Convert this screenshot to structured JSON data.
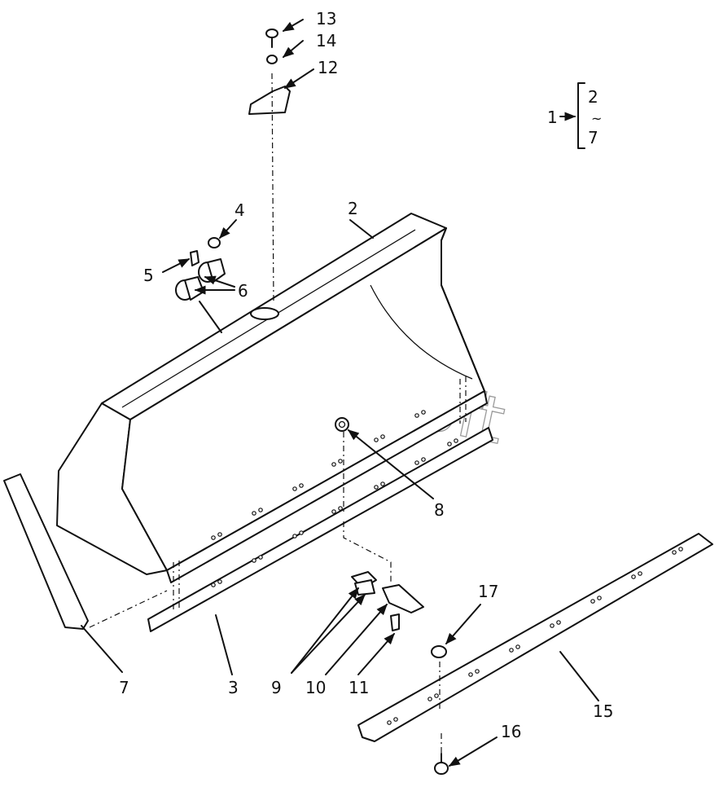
{
  "watermark": "AutoSoft",
  "legend": {
    "parent": "1",
    "from": "2",
    "separator": "~",
    "to": "7"
  },
  "callouts": {
    "c2": "2",
    "c3": "3",
    "c4": "4",
    "c5": "5",
    "c6": "6",
    "c7": "7",
    "c8": "8",
    "c9": "9",
    "c10": "10",
    "c11": "11",
    "c12": "12",
    "c13": "13",
    "c14": "14",
    "c15": "15",
    "c16": "16",
    "c17": "17"
  }
}
